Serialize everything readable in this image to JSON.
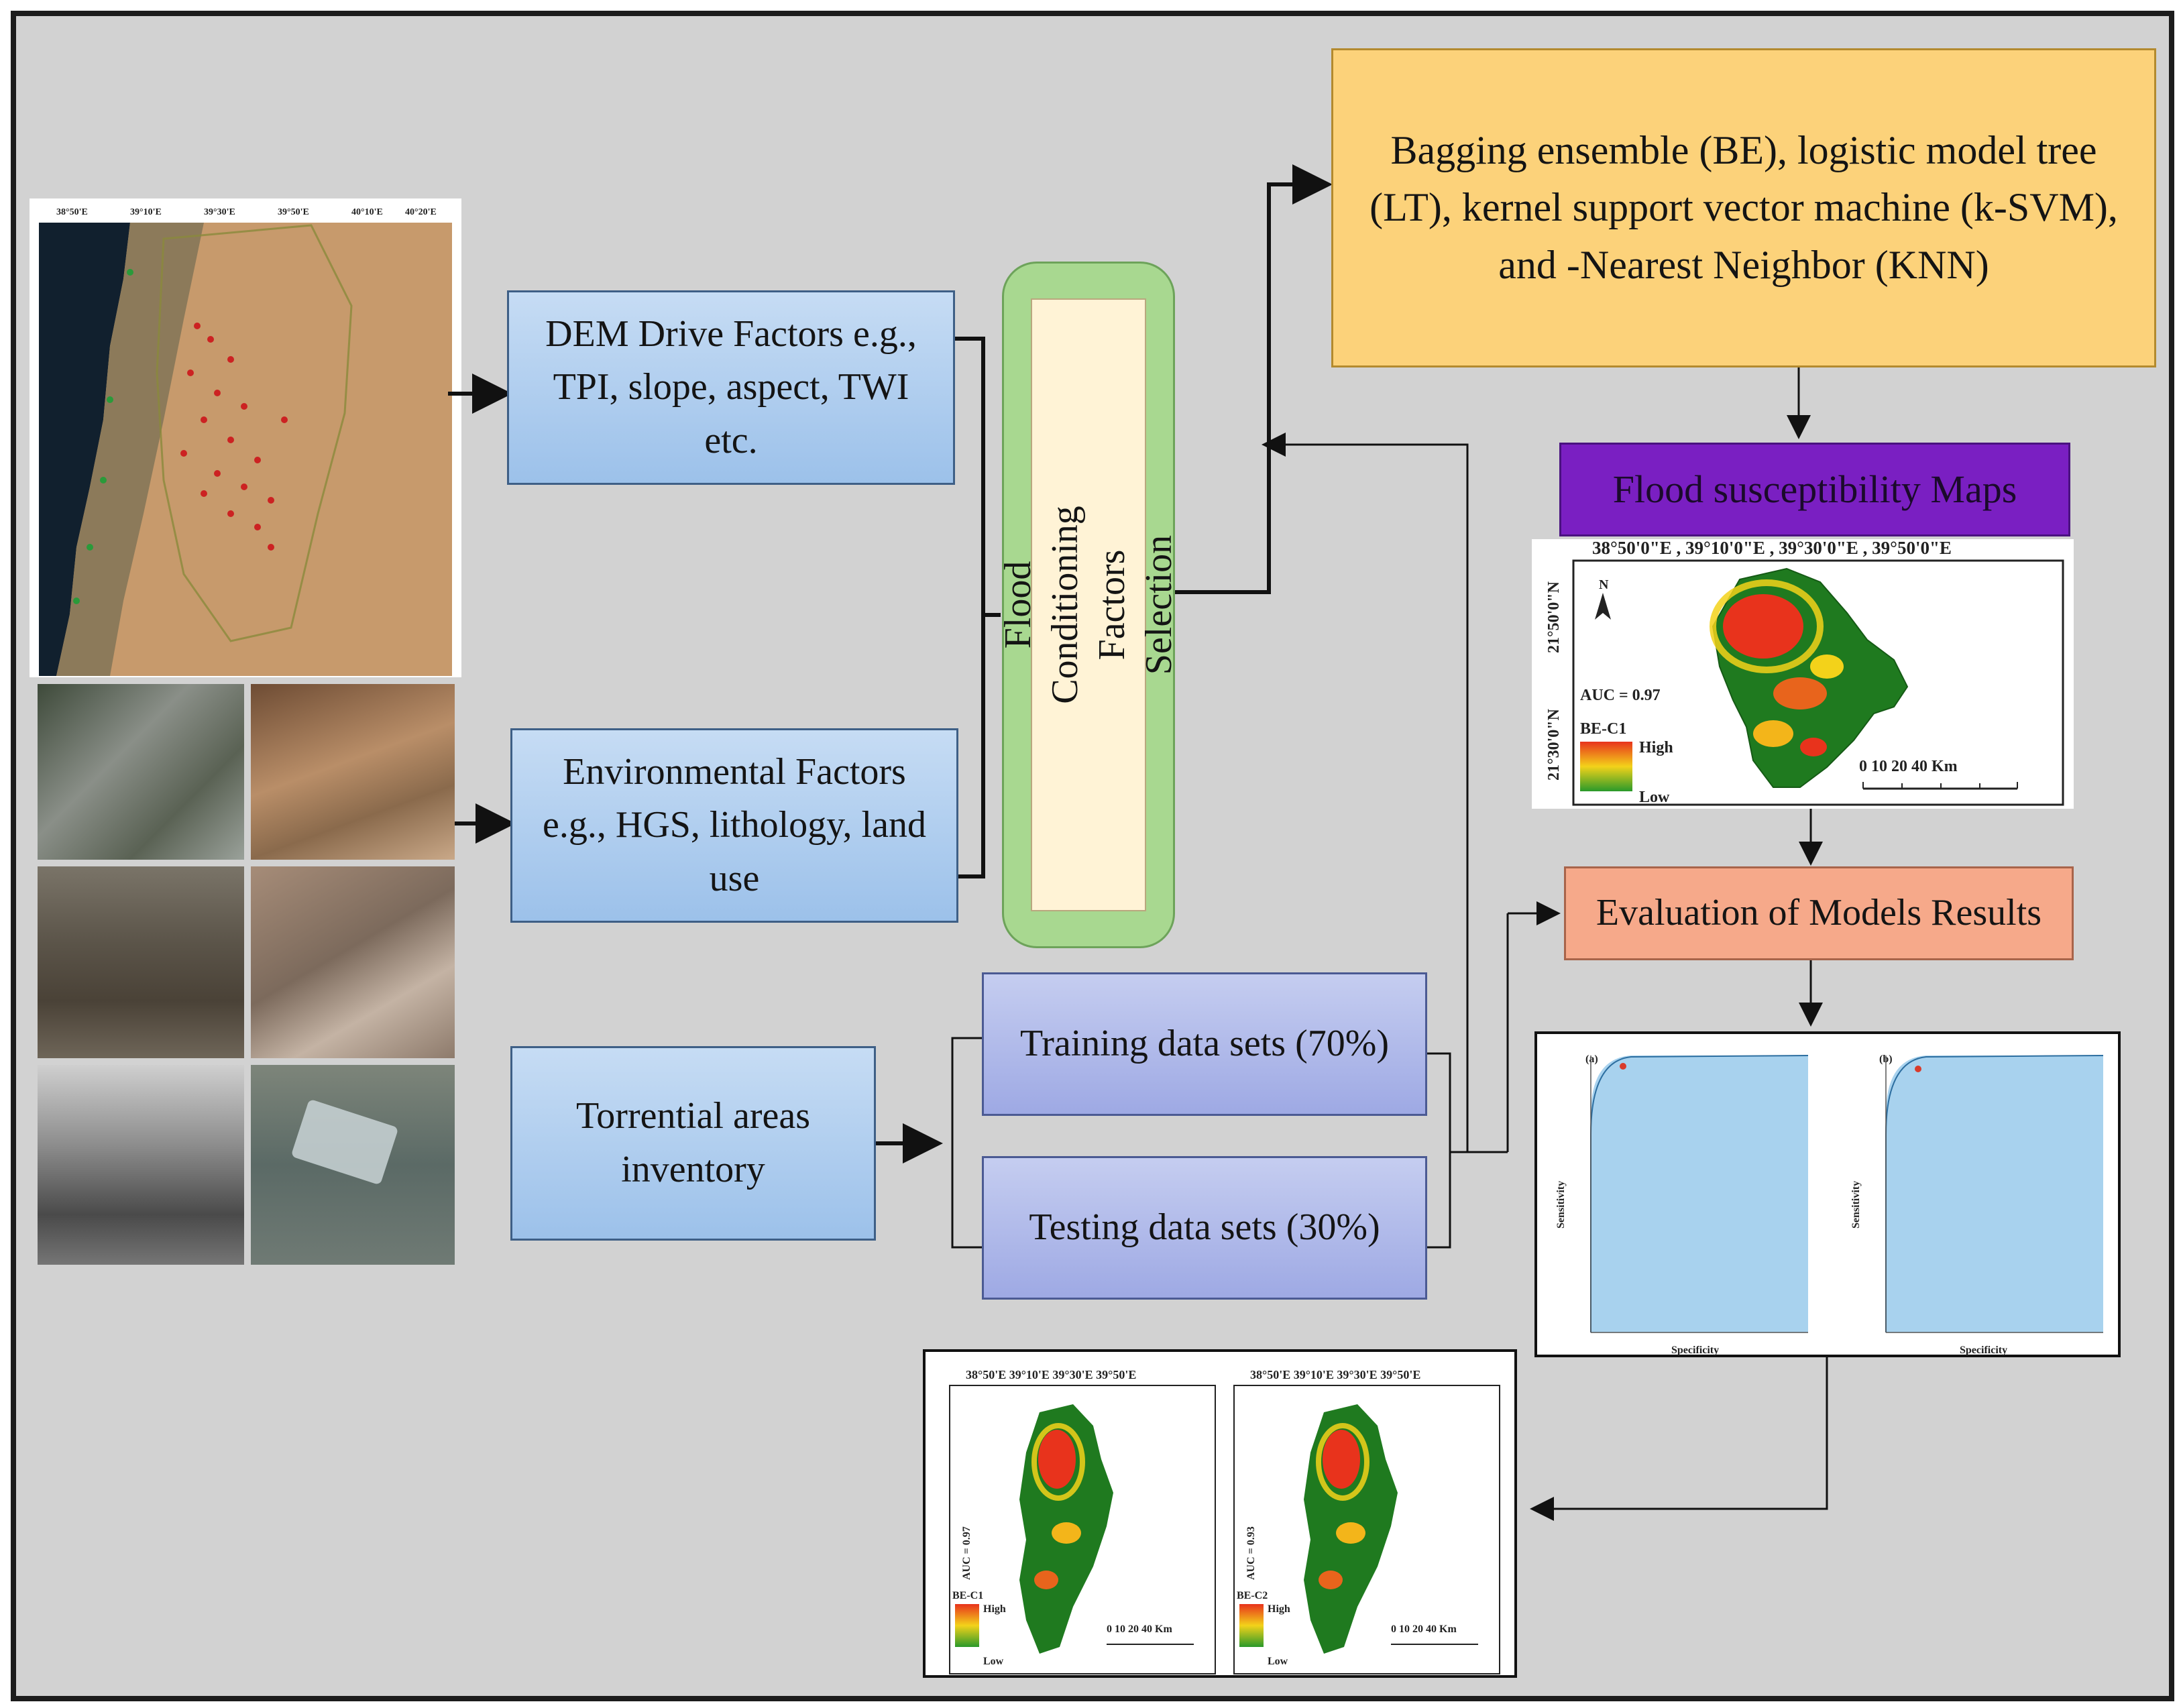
{
  "dem_box": "DEM Drive Factors e.g., TPI, slope, aspect, TWI etc.",
  "env_box": "Environmental Factors e.g., HGS, lithology, land use",
  "selection_box": "Flood Conditioning Factors Selection",
  "models_box": "Bagging ensemble (BE), logistic model tree (LT), kernel support vector machine (k-SVM), and -Nearest Neighbor (KNN)",
  "susceptibility_box": "Flood susceptibility Maps",
  "evaluation_box": "Evaluation of Models Results",
  "torrential_box": "Torrential areas inventory",
  "training_box": "Training data sets (70%)",
  "testing_box": "Testing data sets (30%)",
  "map_main": {
    "coords": "38°50'0\"E , 39°10'0\"E , 39°30'0\"E , 39°50'0\"E",
    "lat_top": "21°50'0\"N",
    "lat_bottom": "21°30'0\"N",
    "auc": "AUC = 0.97",
    "legend_title": "BE-C1",
    "legend_high": "High",
    "legend_low": "Low",
    "scale": "0  10  20       40 Km",
    "north": "N"
  },
  "roc": {
    "panel_a": "(a)",
    "panel_b": "(b)",
    "ylabel": "Sensitivity",
    "xlabel": "Specificity"
  },
  "bottom_maps": [
    {
      "auc": "AUC = 0.97",
      "legend_title": "BE-C1",
      "legend_high": "High",
      "legend_low": "Low",
      "scale": "0  10  20      40 Km"
    },
    {
      "auc": "AUC = 0.93",
      "legend_title": "BE-C2",
      "legend_high": "High",
      "legend_low": "Low",
      "scale": "0  10  20      40 Km"
    }
  ],
  "colors": {
    "frame_bg": "#d2d2d2",
    "blue_box": "#b3d0f0",
    "lavender_box": "#b3bceb",
    "orange_box": "#fcd27a",
    "purple_box": "#7a1fc2",
    "salmon_box": "#f6a98a",
    "selection_outer": "#a8d890",
    "selection_inner": "#fff3d6"
  }
}
